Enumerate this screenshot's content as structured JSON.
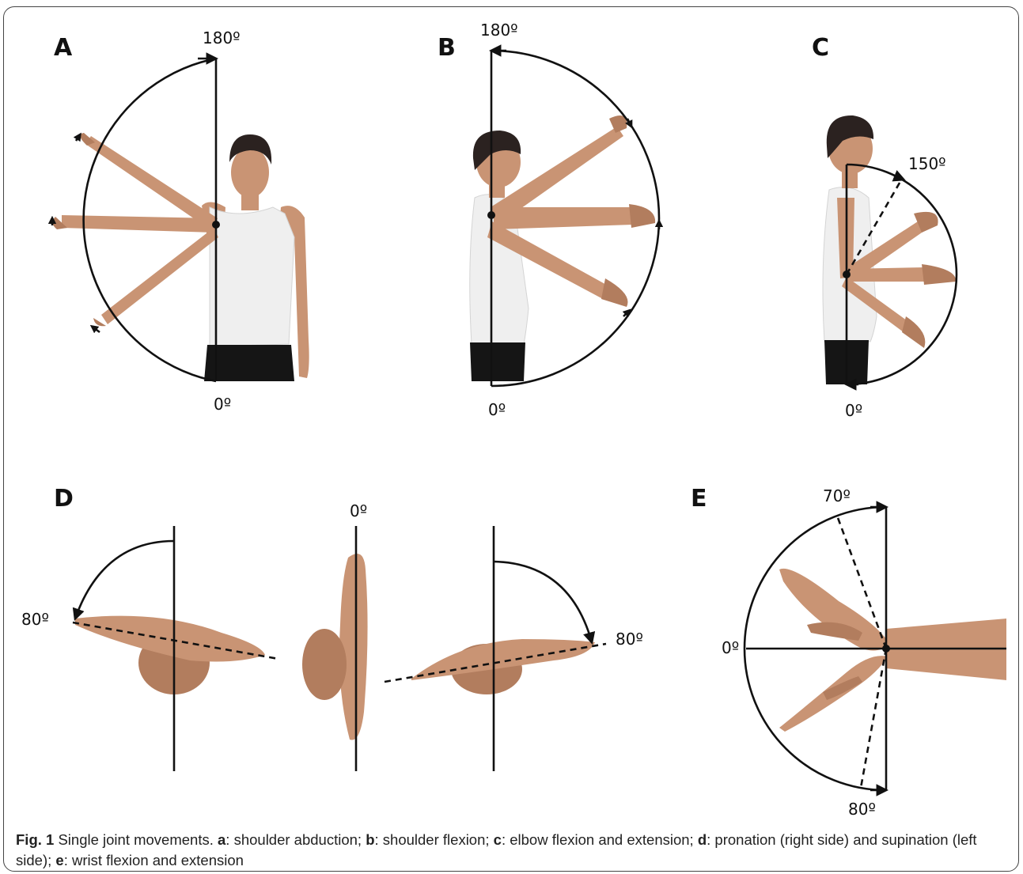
{
  "figure": {
    "panels": {
      "A": {
        "letter": "A",
        "top_label": "180º",
        "bottom_label": "0º"
      },
      "B": {
        "letter": "B",
        "top_label": "180º",
        "bottom_label": "0º"
      },
      "C": {
        "letter": "C",
        "end_label": "150º",
        "bottom_label": "0º"
      },
      "D": {
        "letter": "D",
        "left_label": "80º",
        "center_label": "0º",
        "right_label": "80º"
      },
      "E": {
        "letter": "E",
        "top_label": "70º",
        "left_label": "0º",
        "bottom_label": "80º"
      }
    },
    "colors": {
      "line": "#111111",
      "skin": "#c99474",
      "shirt": "#efefef",
      "hair": "#2b2220",
      "shorts": "#151515"
    }
  },
  "caption": {
    "prefix": "Fig. 1",
    "intro": " Single joint movements. ",
    "a_key": "a",
    "a_text": ": shoulder abduction; ",
    "b_key": "b",
    "b_text": ": shoulder flexion; ",
    "c_key": "c",
    "c_text": ": elbow flexion and extension; ",
    "d_key": "d",
    "d_text": ": pronation (right side) and supination (left side); ",
    "e_key": "e",
    "e_text": ": wrist flexion and extension"
  }
}
